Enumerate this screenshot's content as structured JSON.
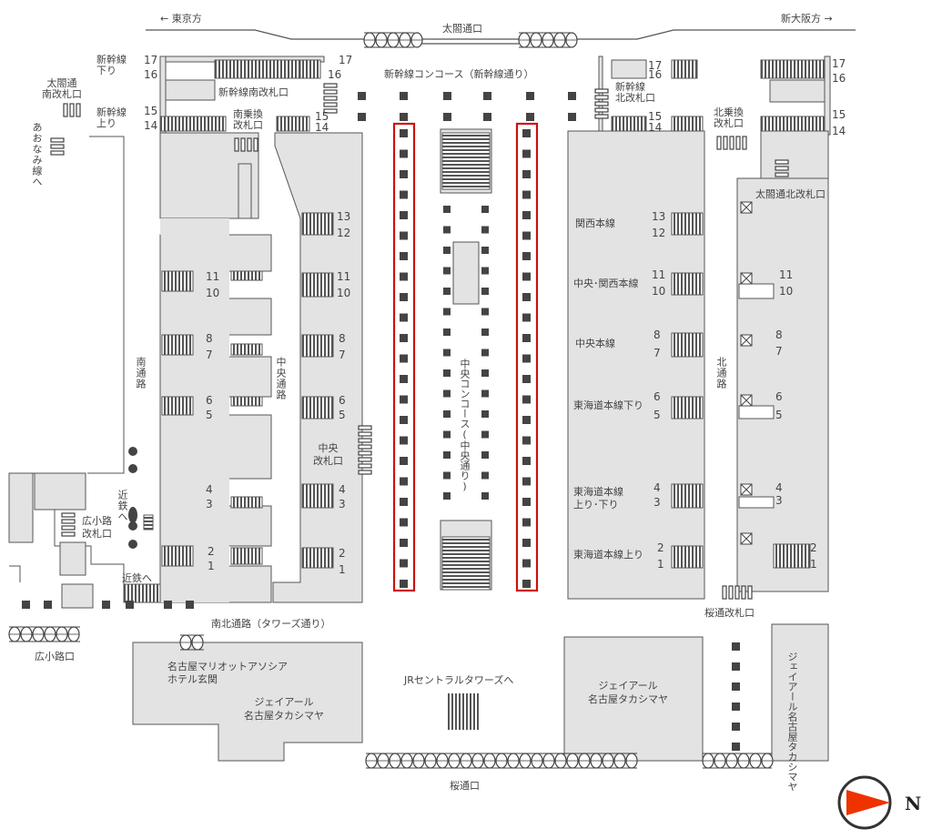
{
  "directions": {
    "tokyo": "← 東京方",
    "shin_osaka": "新大阪方 →",
    "north_letter": "N"
  },
  "exits": {
    "taiko": "太閤通口",
    "sakura": "桜通口",
    "hirokoji": "広小路口",
    "taiko_south_gate": "太閤通\n南改札口",
    "aonami": "あおなみ線へ",
    "jr_towers": "JRセントラルタワーズへ"
  },
  "concourses": {
    "shinkansen": "新幹線コンコース（新幹線通り）",
    "central": "中央コンコース(中央通り)",
    "nanboku": "南北通路（タワーズ通り）",
    "south_passage": "南通路",
    "north_passage": "北通路",
    "central_passage": "中央通路"
  },
  "gates": {
    "shinkansen_south": "新幹線南改札口",
    "shinkansen_north": "新幹線\n北改札口",
    "south_transfer": "南乗換\n改札口",
    "north_transfer": "北乗換\n改札口",
    "central": "中央\n改札口",
    "hirokoji": "広小路\n改札口",
    "taiko_north": "太閤通北改札口",
    "sakura": "桜通改札口",
    "kintetsu_v": "近鉄へ",
    "kintetsu": "近鉄へ"
  },
  "shinkansen_labels": {
    "down": "新幹線\n下り",
    "up": "新幹線\n上り"
  },
  "lines": {
    "kansai": "関西本線",
    "chuo_kansai": "中央･関西本線",
    "chuo": "中央本線",
    "tokaido_down": "東海道本線下り",
    "tokaido_updown": "東海道本線\n上り･下り",
    "tokaido_up": "東海道本線上り"
  },
  "buildings": {
    "marriott": "名古屋マリオットアソシア\nホテル玄関",
    "takashimaya_south": "ジェイアール\n名古屋タカシマヤ",
    "takashimaya_center": "ジェイアール\n名古屋タカシマヤ",
    "takashimaya_north": "ジェイアール名古屋タカシマヤ"
  },
  "platform_numbers": [
    "1",
    "2",
    "3",
    "4",
    "5",
    "6",
    "7",
    "8",
    "10",
    "11",
    "12",
    "13",
    "14",
    "15",
    "16",
    "17"
  ],
  "colors": {
    "building": "#e3e3e3",
    "outline": "#555555",
    "highlight": "#cc1111",
    "pillar": "#444444",
    "compass": "#ee3300"
  }
}
